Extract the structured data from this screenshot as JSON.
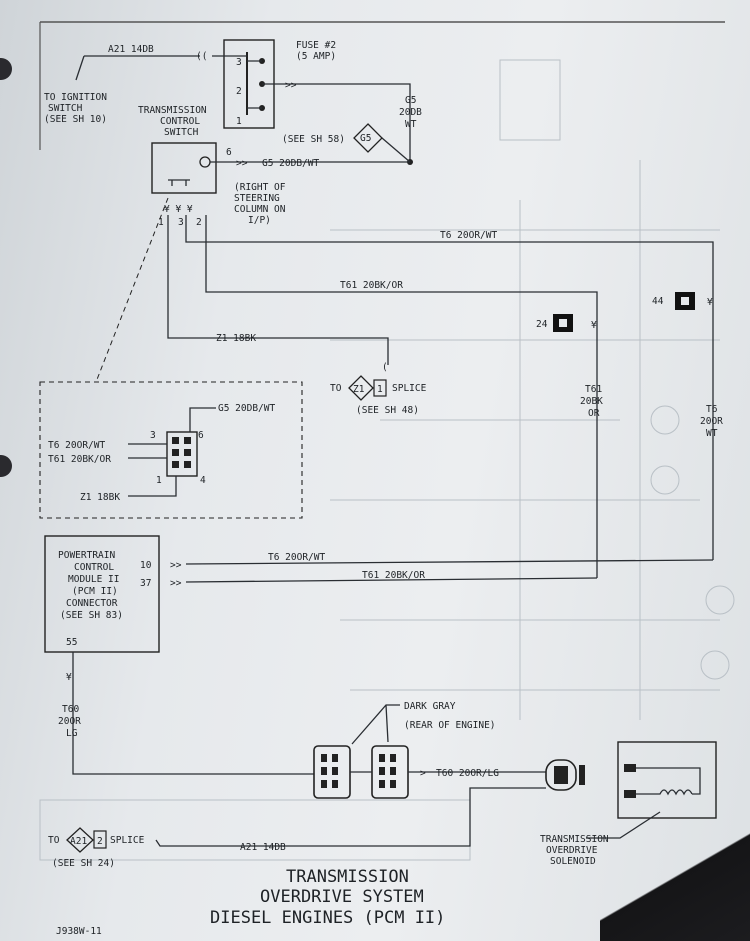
{
  "labels": {
    "fuse": "FUSE #2",
    "fuse_amp": "(5 AMP)",
    "a21_top": "A21 14DB",
    "to_ignition_1": "TO IGNITION",
    "to_ignition_2": "SWITCH",
    "to_ignition_3": "(SEE SH 10)",
    "pin3": "3",
    "pin2": "2",
    "pin1": "1",
    "g5_vert_1": "G5",
    "g5_vert_2": "20DB",
    "g5_vert_3": "WT",
    "tcs_1": "TRANSMISSION",
    "tcs_2": "CONTROL",
    "tcs_3": "SWITCH",
    "see_sh58": "(SEE SH 58)",
    "g5_diamond": "G5",
    "sw_pin6": "6",
    "g5_wire": "G5 20DB/WT",
    "right_of_1": "(RIGHT OF",
    "right_of_2": "STEERING",
    "right_of_3": "COLUMN ON",
    "right_of_4": "I/P)",
    "sw_pin1": "1",
    "sw_pin3": "3",
    "sw_pin2": "2",
    "t6_top": "T6 20OR/WT",
    "t61_top": "T61 20BK/OR",
    "conn44": "44",
    "conn24": "24",
    "z1_wire": "Z1 18BK",
    "splice_to": "TO",
    "splice_z1": "Z1",
    "splice_1": "1",
    "splice_word": "SPLICE",
    "see_sh48": "(SEE SH 48)",
    "t61_vert_1": "T61",
    "t61_vert_2": "20BK",
    "t61_vert_3": "OR",
    "t6_vert_1": "T6",
    "t6_vert_2": "20OR",
    "t6_vert_3": "WT",
    "box_g5": "G5 20DB/WT",
    "box_pin3": "3",
    "box_pin6": "6",
    "box_t6": "T6 20OR/WT",
    "box_t61": "T61 20BK/OR",
    "box_pin1": "1",
    "box_pin4": "4",
    "box_z1": "Z1 18BK",
    "pcm_1": "POWERTRAIN",
    "pcm_2": "CONTROL",
    "pcm_3": "MODULE II",
    "pcm_4": "(PCM II)",
    "pcm_5": "CONNECTOR",
    "pcm_6": "(SEE SH 83)",
    "pcm_pin55": "55",
    "pin10": "10",
    "pin37": "37",
    "t6_bottom": "T6 20OR/WT",
    "t61_bottom": "T61 20BK/OR",
    "t60_vert_1": "T60",
    "t60_vert_2": "20OR",
    "t60_vert_3": "LG",
    "dark_gray": "DARK GRAY",
    "rear_engine": "(REAR OF ENGINE)",
    "t60_wire": "T60 20OR/LG",
    "a21_splice_to": "TO",
    "a21_splice_a21": "A21",
    "a21_splice_2": "2",
    "a21_splice_word": "SPLICE",
    "see_sh24": "(SEE SH 24)",
    "a21_bottom": "A21 14DB",
    "sol_1": "TRANSMISSION",
    "sol_2": "OVERDRIVE",
    "sol_3": "SOLENOID",
    "title_1": "TRANSMISSION",
    "title_2": "OVERDRIVE SYSTEM",
    "title_3": "DIESEL ENGINES (PCM II)",
    "code": "J938W-11"
  }
}
